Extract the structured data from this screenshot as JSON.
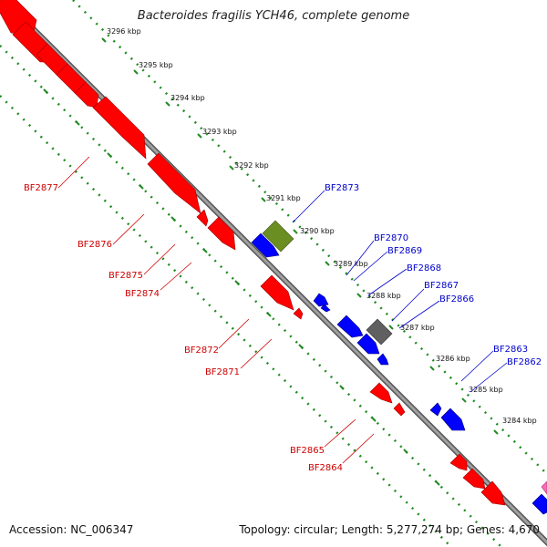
{
  "title": "Bacteroides fragilis YCH46, complete genome",
  "footer": {
    "accession": "Accession: NC_006347",
    "topology": "Topology: circular;",
    "length": "Length: 5,277,274 bp;",
    "genes": "Genes: 4,670"
  },
  "colors": {
    "backbone": "#808080",
    "forward_strand": "#0000ff",
    "reverse_strand": "#ff0000",
    "olive_feature": "#6b8e23",
    "gray_feature": "#606060",
    "pink_feature": "#ff69b4",
    "scale_ticks": "#228b22"
  },
  "scale_labels": [
    "3296 kbp",
    "3295 kbp",
    "3294 kbp",
    "3293 kbp",
    "3292 kbp",
    "3291 kbp",
    "3290 kbp",
    "3289 kbp",
    "3288 kbp",
    "3287 kbp",
    "3286 kbp",
    "3285 kbp",
    "3284 kbp"
  ],
  "upper_labels": [
    "BF2873",
    "BF2870",
    "BF2869",
    "BF2868",
    "BF2867",
    "BF2866",
    "BF2863",
    "BF2862"
  ],
  "lower_labels": [
    "BF2877",
    "BF2876",
    "BF2875",
    "BF2874",
    "BF2872",
    "BF2871",
    "BF2865",
    "BF2864"
  ]
}
